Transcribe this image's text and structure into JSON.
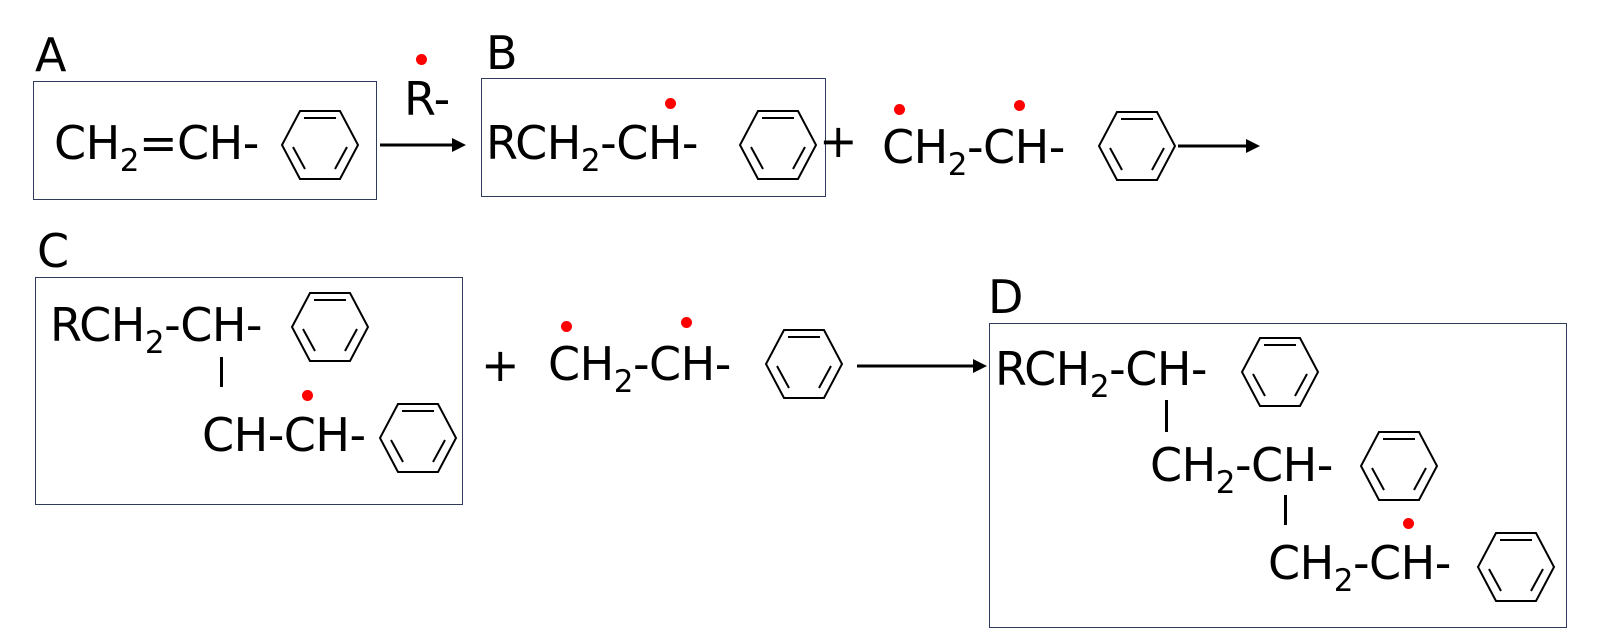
{
  "labels": {
    "a": "A",
    "b": "B",
    "c": "C",
    "d": "D"
  },
  "reagent": "R-",
  "plus": "+",
  "formulas": {
    "monomer": {
      "a": "CH",
      "sub": "2",
      "b": "=CH-"
    },
    "radical_b": {
      "a": "RCH",
      "sub": "2",
      "b": "-CH-"
    },
    "radical_ch2": {
      "a": "CH",
      "sub": "2",
      "b": "-CH-"
    },
    "dimer_top": {
      "a": "RCH",
      "sub": "2",
      "b": "-CH-"
    },
    "dimer_bottom": "CH-CH-",
    "d_top": {
      "a": "RCH",
      "sub": "2",
      "b": "-CH-"
    },
    "d_mid": {
      "a": "CH",
      "sub": "2",
      "b": "-CH-"
    },
    "d_bot": {
      "a": "CH",
      "sub": "2",
      "b": "-CH-"
    }
  },
  "colors": {
    "radical_dot": "#ff0000",
    "box_border": "#2f3b5c"
  },
  "icons": {
    "ring": "benzene-ring-icon",
    "arrow": "reaction-arrow-icon"
  }
}
